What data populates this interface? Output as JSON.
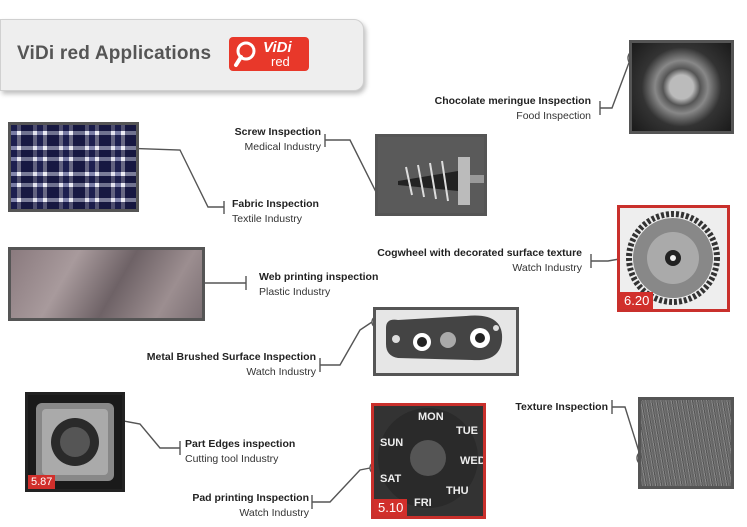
{
  "title": "ViDi red Applications",
  "logo": {
    "word1": "ViDi",
    "word2": "red"
  },
  "applications": [
    {
      "id": "fabric",
      "title": "Fabric Inspection",
      "subtitle": "Textile Industry"
    },
    {
      "id": "screw",
      "title": "Screw Inspection",
      "subtitle": "Medical Industry"
    },
    {
      "id": "choc",
      "title": "Chocolate meringue Inspection",
      "subtitle": "Food Inspection"
    },
    {
      "id": "cog",
      "title": "Cogwheel with decorated surface texture",
      "subtitle": "Watch Industry",
      "score": "6.20"
    },
    {
      "id": "web",
      "title": "Web printing inspection",
      "subtitle": "Plastic Industry"
    },
    {
      "id": "metal",
      "title": "Metal Brushed Surface Inspection",
      "subtitle": "Watch Industry"
    },
    {
      "id": "part",
      "title": "Part Edges inspection",
      "subtitle": "Cutting tool Industry",
      "score": "5.87"
    },
    {
      "id": "texture",
      "title": "Texture Inspection"
    },
    {
      "id": "pad",
      "title": "Pad printing Inspection",
      "subtitle": "Watch Industry",
      "score": "5.10"
    }
  ],
  "dial_text": [
    "MON",
    "TUE",
    "WED",
    "THU",
    "FRI",
    "SAT",
    "SUN"
  ]
}
